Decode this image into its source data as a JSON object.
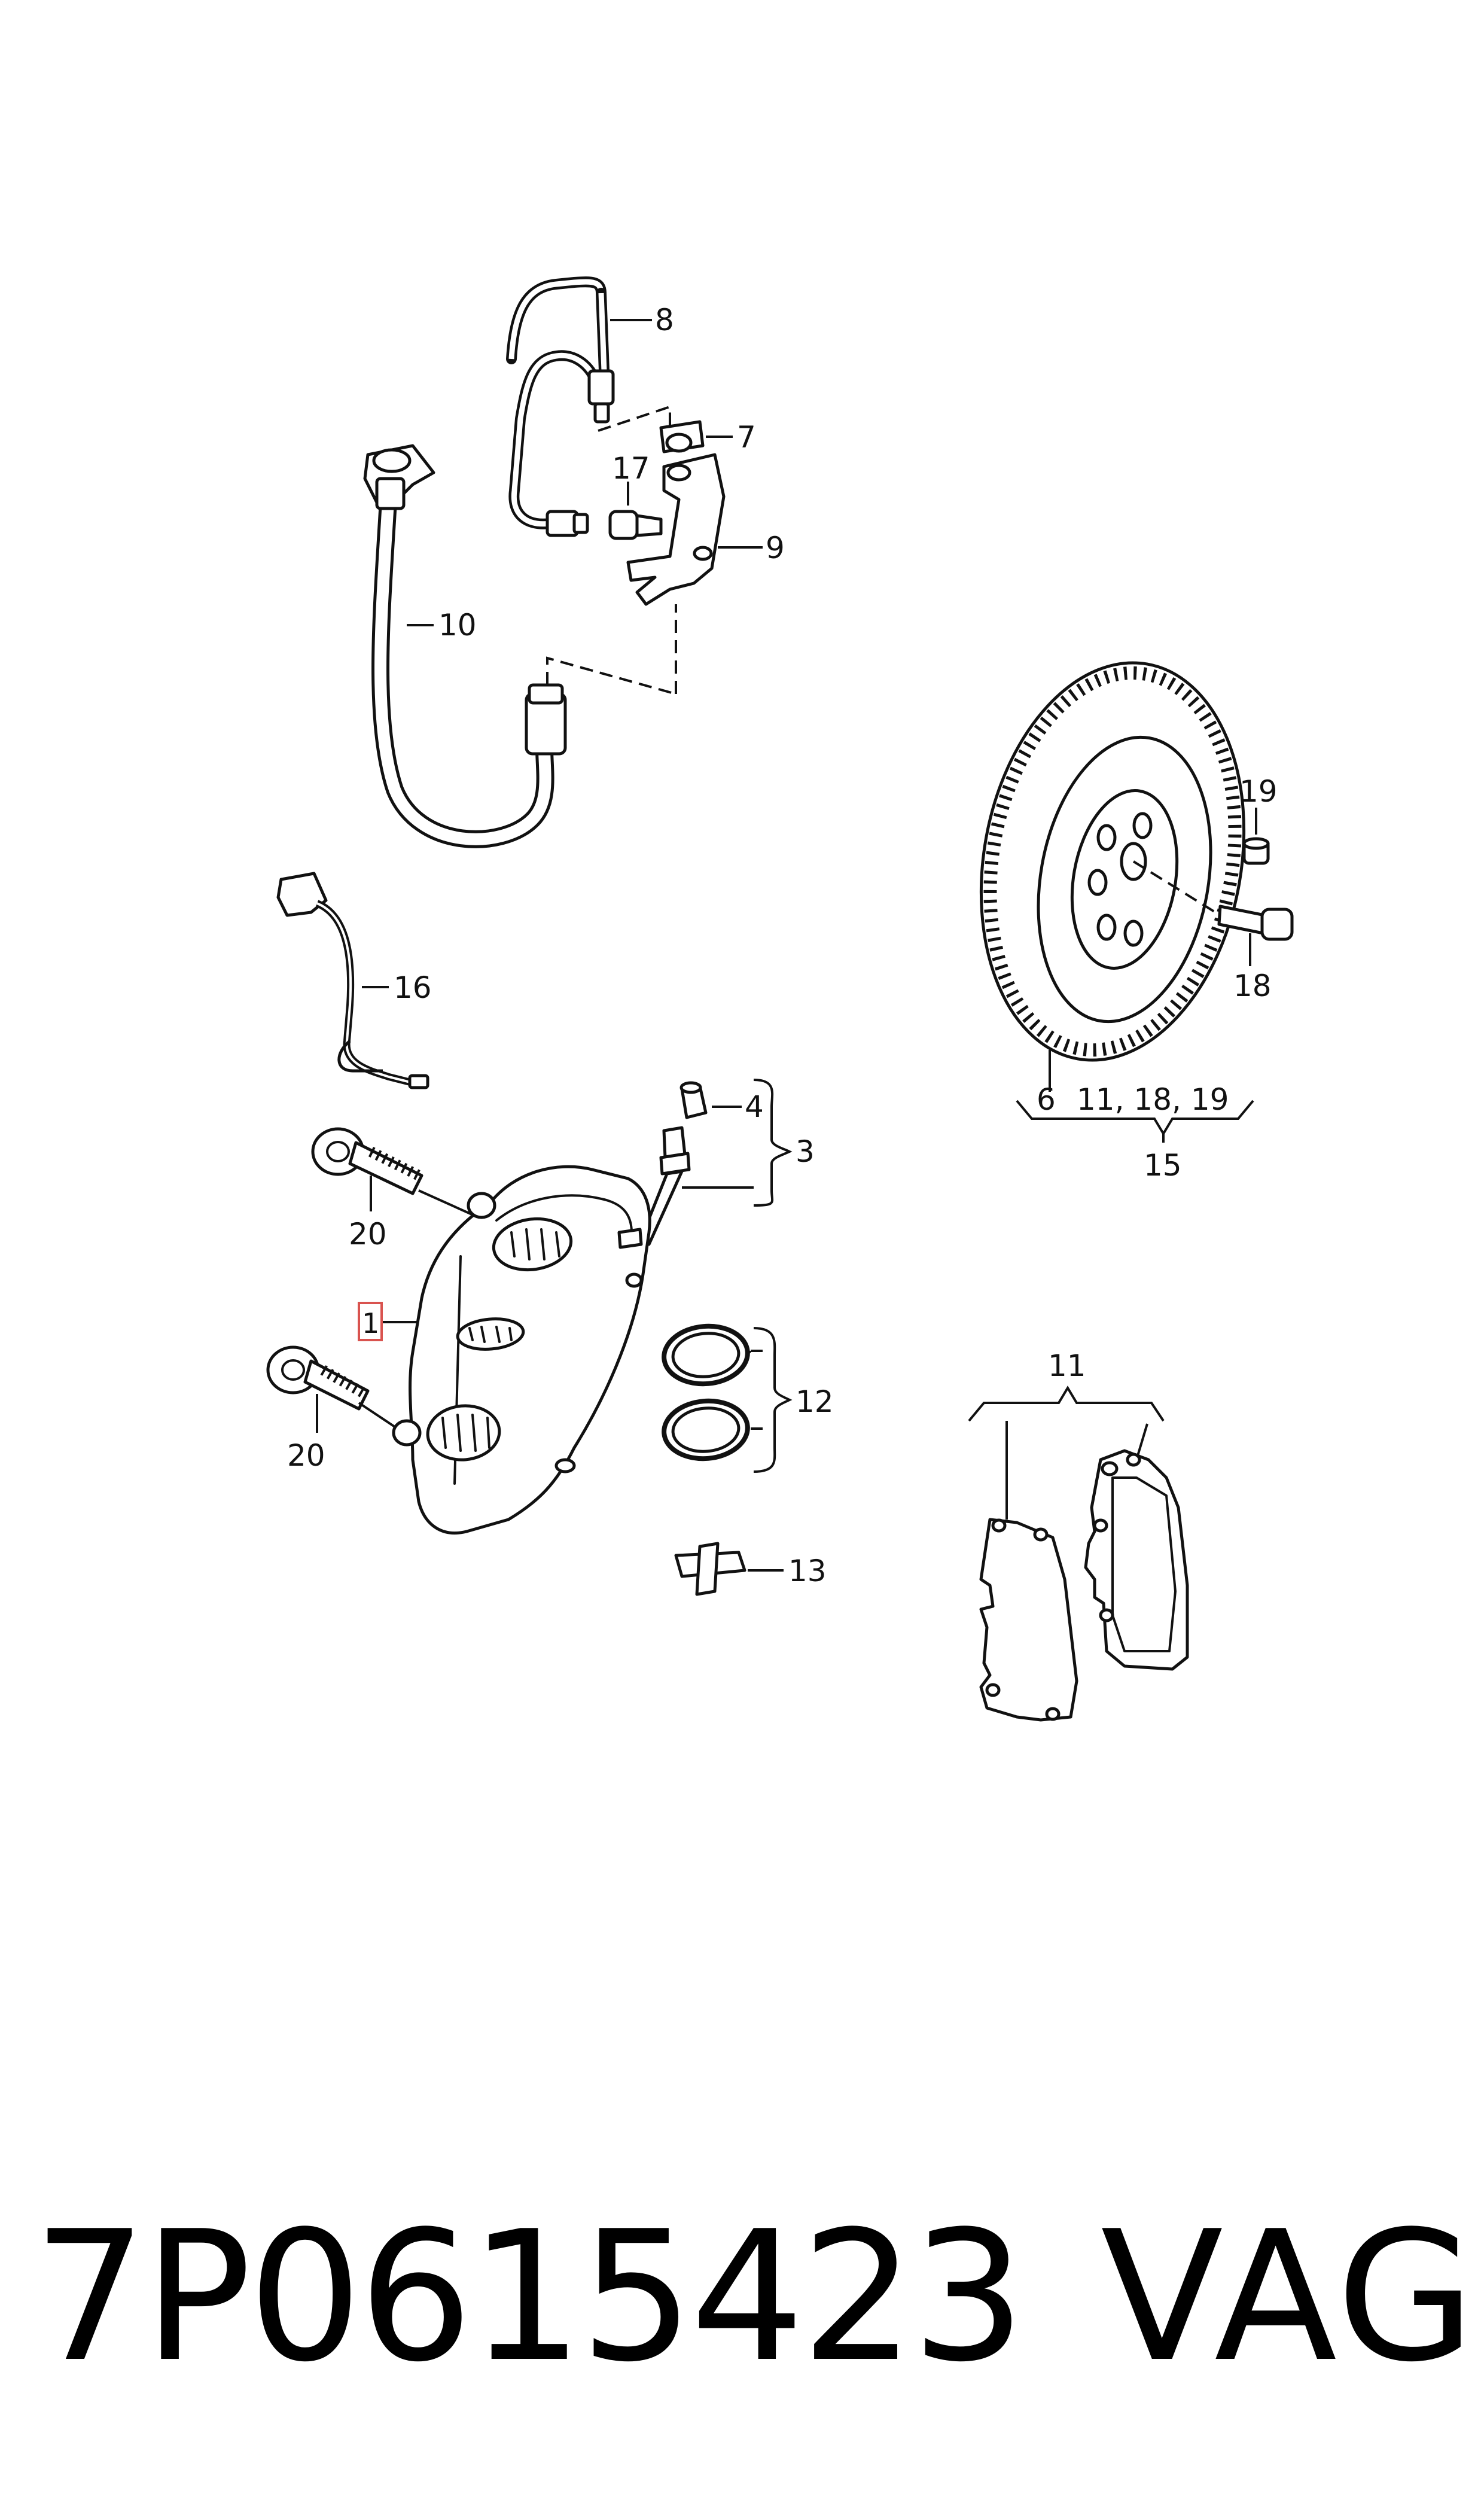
{
  "diagram": {
    "callouts": {
      "c1": "1",
      "c3": "3",
      "c4": "4",
      "c6": "6",
      "c7": "7",
      "c8": "8",
      "c9": "9",
      "c10": "10",
      "c11a": "11",
      "c11b": "11, 18, 19",
      "c12": "12",
      "c13": "13",
      "c15": "15",
      "c16": "16",
      "c17": "17",
      "c18": "18",
      "c19": "19",
      "c20a": "20",
      "c20b": "20"
    },
    "highlight_color": "#d9534f"
  },
  "footer": {
    "part_number": "7P0615423",
    "brand": "VAG"
  }
}
